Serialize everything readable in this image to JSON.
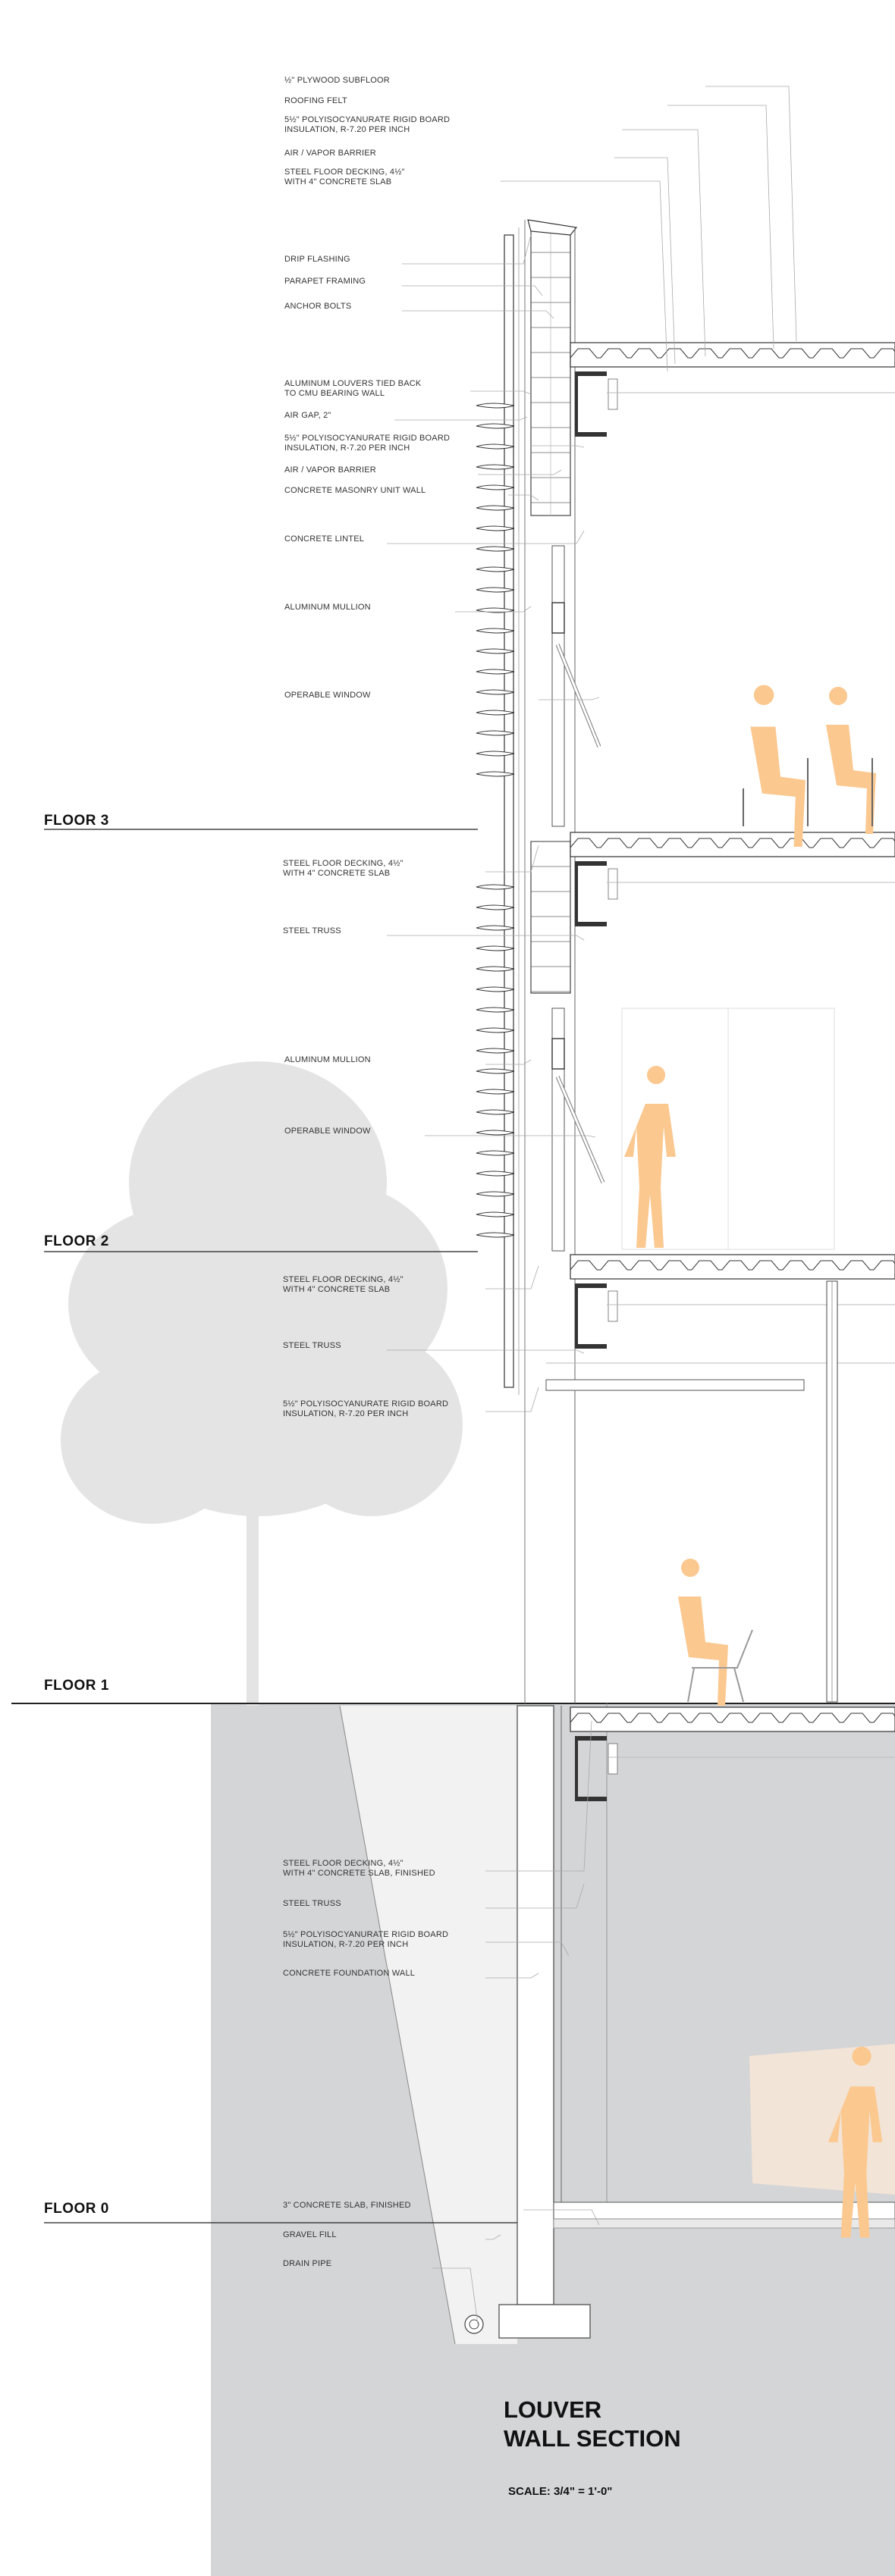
{
  "labels": [
    "½\" PLYWOOD SUBFLOOR",
    "ROOFING FELT",
    "5½\" POLYISOCYANURATE RIGID BOARD\nINSULATION, R-7.20 PER INCH",
    "AIR / VAPOR BARRIER",
    "STEEL FLOOR DECKING, 4½\"\nWITH 4\" CONCRETE SLAB",
    "DRIP FLASHING",
    "PARAPET FRAMING",
    "ANCHOR BOLTS",
    "ALUMINUM LOUVERS TIED BACK\nTO CMU BEARING WALL",
    "AIR GAP, 2\"",
    "5½\" POLYISOCYANURATE RIGID BOARD\nINSULATION, R-7.20 PER INCH",
    "AIR / VAPOR BARRIER",
    "CONCRETE MASONRY UNIT WALL",
    "CONCRETE LINTEL",
    "ALUMINUM MULLION",
    "OPERABLE WINDOW",
    "STEEL FLOOR DECKING, 4½\"\nWITH 4\" CONCRETE SLAB",
    "STEEL TRUSS",
    "ALUMINUM MULLION",
    "OPERABLE WINDOW",
    "STEEL FLOOR DECKING, 4½\"\nWITH 4\" CONCRETE SLAB",
    "STEEL TRUSS",
    "5½\" POLYISOCYANURATE RIGID BOARD\nINSULATION, R-7.20 PER INCH",
    "STEEL FLOOR DECKING, 4½\"\nWITH 4\" CONCRETE SLAB, FINISHED",
    "STEEL TRUSS",
    "5½\" POLYISOCYANURATE RIGID BOARD\nINSULATION, R-7.20 PER INCH",
    "CONCRETE FOUNDATION WALL",
    "3\" CONCRETE SLAB, FINISHED",
    "GRAVEL FILL",
    "DRAIN PIPE"
  ],
  "floors": [
    "FLOOR 3",
    "FLOOR 2",
    "FLOOR 1",
    "FLOOR 0"
  ],
  "title": {
    "line1": "LOUVER",
    "line2": "WALL SECTION"
  },
  "scale": "SCALE: 3/4\" = 1'-0\"",
  "colors": {
    "figure": "#fbc890",
    "tree": "#e4e4e4",
    "ground": "#d4d5d7",
    "soil": "#f2f2f2",
    "line": "#555555",
    "steel": "#333333",
    "panel": "#f2e4d6"
  }
}
